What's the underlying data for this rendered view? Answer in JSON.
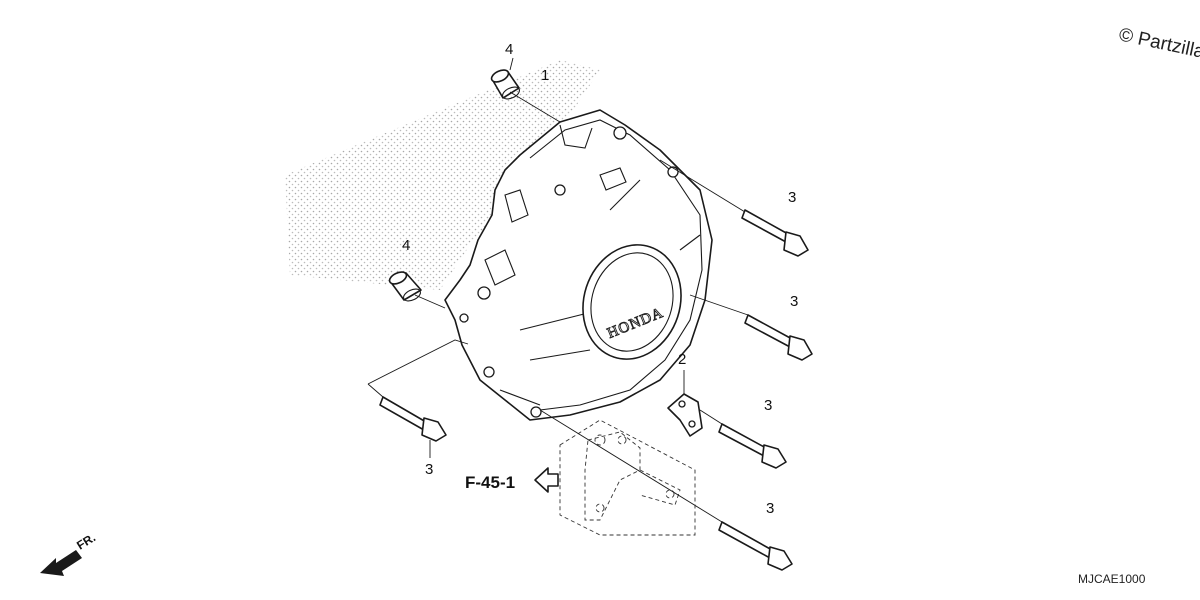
{
  "watermark": "© Partzilla",
  "diagram_code": "MJCAE1000",
  "cover_brand": "HONDA",
  "front_marker": "FR.",
  "reference": "F-45-1",
  "callouts": {
    "cover": "1",
    "bracket": "2",
    "bolt_upper_right": "3",
    "bolt_mid_right": "3",
    "bolt_lower_right": "3",
    "bolt_bottom_right": "3",
    "bolt_left": "3",
    "dowel_upper": "4",
    "dowel_left": "4"
  }
}
